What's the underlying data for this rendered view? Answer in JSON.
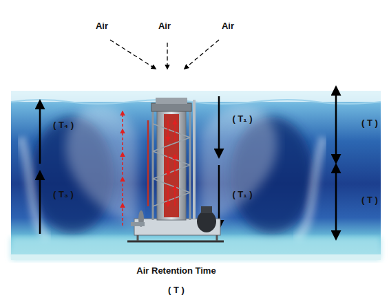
{
  "diagram": {
    "caption": "Air Retention Time",
    "labels": [
      "Air",
      "Air",
      "Air",
      "( T₄ )",
      "( T₁ )",
      "( T )",
      "( T₃ )",
      "( T₁ )",
      "( T )",
      "( T )"
    ]
  }
}
